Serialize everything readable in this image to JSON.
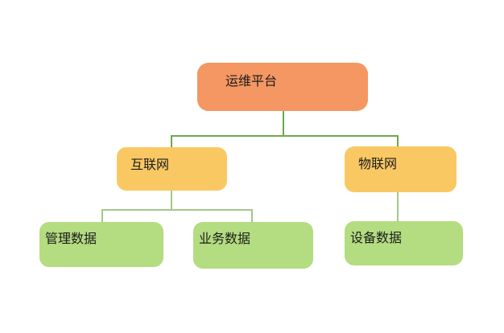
{
  "diagram": {
    "type": "tree",
    "root": {
      "label": "运维平台"
    },
    "branches": [
      {
        "label": "互联网",
        "children": [
          {
            "label": "管理数据"
          },
          {
            "label": "业务数据"
          }
        ]
      },
      {
        "label": "物联网",
        "children": [
          {
            "label": "设备数据"
          }
        ]
      }
    ]
  },
  "colors": {
    "root-fill": "#f59762",
    "mid-fill": "#fac863",
    "leaf-fill": "#b4dc80",
    "connector-1": "#6aa84f",
    "connector-2": "#a2c887",
    "background": "#ffffff",
    "text": "#1c1c1c"
  }
}
